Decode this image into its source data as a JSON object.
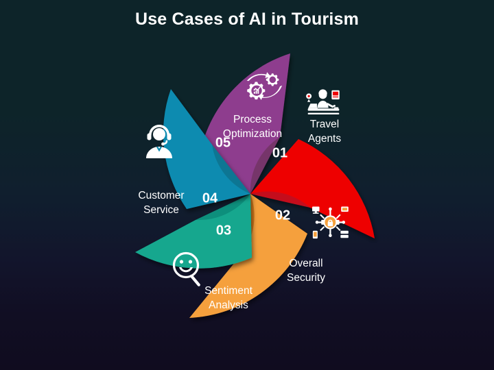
{
  "page": {
    "title": "Use Cases of AI in Tourism",
    "background_top_color": "#0d2429",
    "background_bottom_color": "#100c1f"
  },
  "diagram": {
    "type": "pinwheel-circle-5-segments",
    "center_hole_color": "#152a38",
    "segments": [
      {
        "number": "01",
        "label_line1": "Travel",
        "label_line2": "Agents",
        "icon": "travel-agent-desk-icon",
        "color": "#ee0004",
        "tail_color": "#c4101e",
        "shadow_color": "#8d0a14"
      },
      {
        "number": "02",
        "label_line1": "Overall",
        "label_line2": "Security",
        "icon": "network-lock-security-icon",
        "color": "#f5a03c",
        "tail_color": "#d1781b",
        "shadow_color": "#a85c12"
      },
      {
        "number": "03",
        "label_line1": "Sentiment",
        "label_line2": "Analysis",
        "icon": "magnifier-smiley-icon",
        "color": "#17a78e",
        "tail_color": "#0f8f7c",
        "shadow_color": "#0a6d5e"
      },
      {
        "number": "04",
        "label_line1": "Customer",
        "label_line2": "Service",
        "icon": "headset-support-agent-icon",
        "color": "#0c8bb0",
        "tail_color": "#0a7693",
        "shadow_color": "#075a72"
      },
      {
        "number": "05",
        "label_line1": "Process",
        "label_line2": "Optimization",
        "icon": "gears-chart-icon",
        "color": "#8e3c8e",
        "tail_color": "#76356a",
        "shadow_color": "#55254d"
      }
    ]
  }
}
